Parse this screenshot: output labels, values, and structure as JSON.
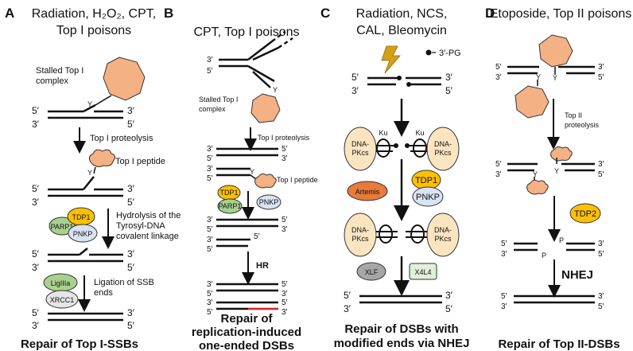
{
  "panels": {
    "a": {
      "letter": "A",
      "title_line1": "Radiation, H₂O₂, CPT,",
      "title_line2": "Top I poisons",
      "stalled_line1": "Stalled Top I",
      "stalled_line2": "complex",
      "y_mark": "Y",
      "proteolysis": "Top I proteolysis",
      "peptide": "Top I peptide",
      "tdp1": "TDP1",
      "parp1": "PARP1",
      "pnkp": "PNKP",
      "hydrolysis_line1": "Hydrolysis of the",
      "hydrolysis_line2": "Tyrosyl-DNA",
      "hydrolysis_line3": "covalent linkage",
      "ligiiia": "LigIIIa",
      "xrcc1": "XRCC1",
      "ligation_line1": "Ligation of SSB",
      "ligation_line2": "ends",
      "footer": "Repair of Top I-SSBs",
      "five": "5′",
      "three": "3′"
    },
    "b": {
      "letter": "B",
      "title": "CPT, Top I poisons",
      "stalled_line1": "Stalled Top I",
      "stalled_line2": "complex",
      "y_mark": "Y",
      "proteolysis": "Top I proteolysis",
      "peptide": "Top I peptide",
      "tdp1": "TDP1",
      "parp1": "PARP1",
      "pnkp": "PNKP",
      "hr": "HR",
      "footer_line1": "Repair of",
      "footer_line2": "replication-induced",
      "footer_line3": "one-ended DSBs",
      "five": "5′",
      "three": "3′"
    },
    "c": {
      "letter": "C",
      "title_line1": "Radiation, NCS,",
      "title_line2": "CAL, Bleomycin",
      "pg": "3′-PG",
      "ku": "Ku",
      "dna_pkcs_line1": "DNA-",
      "dna_pkcs_line2": "PKcs",
      "artemis": "Artemis",
      "tdp1": "TDP1",
      "pnkp": "PNKP",
      "xlf": "XLF",
      "x4l4": "X4L4",
      "footer_line1": "Repair of DSBs with",
      "footer_line2": "modified ends via NHEJ",
      "five": "5′",
      "three": "3′"
    },
    "d": {
      "letter": "D",
      "title": "Etoposide, Top II poisons",
      "y_mark": "Y",
      "p_mark": "P",
      "proteolysis_line1": "Top II",
      "proteolysis_line2": "proteolysis",
      "tdp2": "TDP2",
      "nhej": "NHEJ",
      "footer": "Repair of Top II-DSBs",
      "five": "5′",
      "three": "3′"
    }
  },
  "colors": {
    "top_protein": "#f4b183",
    "tdp": "#ffc000",
    "parp1": "#a9d18e",
    "pnkp": "#dae3f3",
    "artemis": "#e87a3b",
    "dna_pkcs": "#fbe5c0",
    "xlf": "#a6a6a6",
    "x4l4": "#e2efd9",
    "xrcc1": "#e7e6e6",
    "red_strand": "#e02020",
    "bolt": "#d4a017"
  }
}
